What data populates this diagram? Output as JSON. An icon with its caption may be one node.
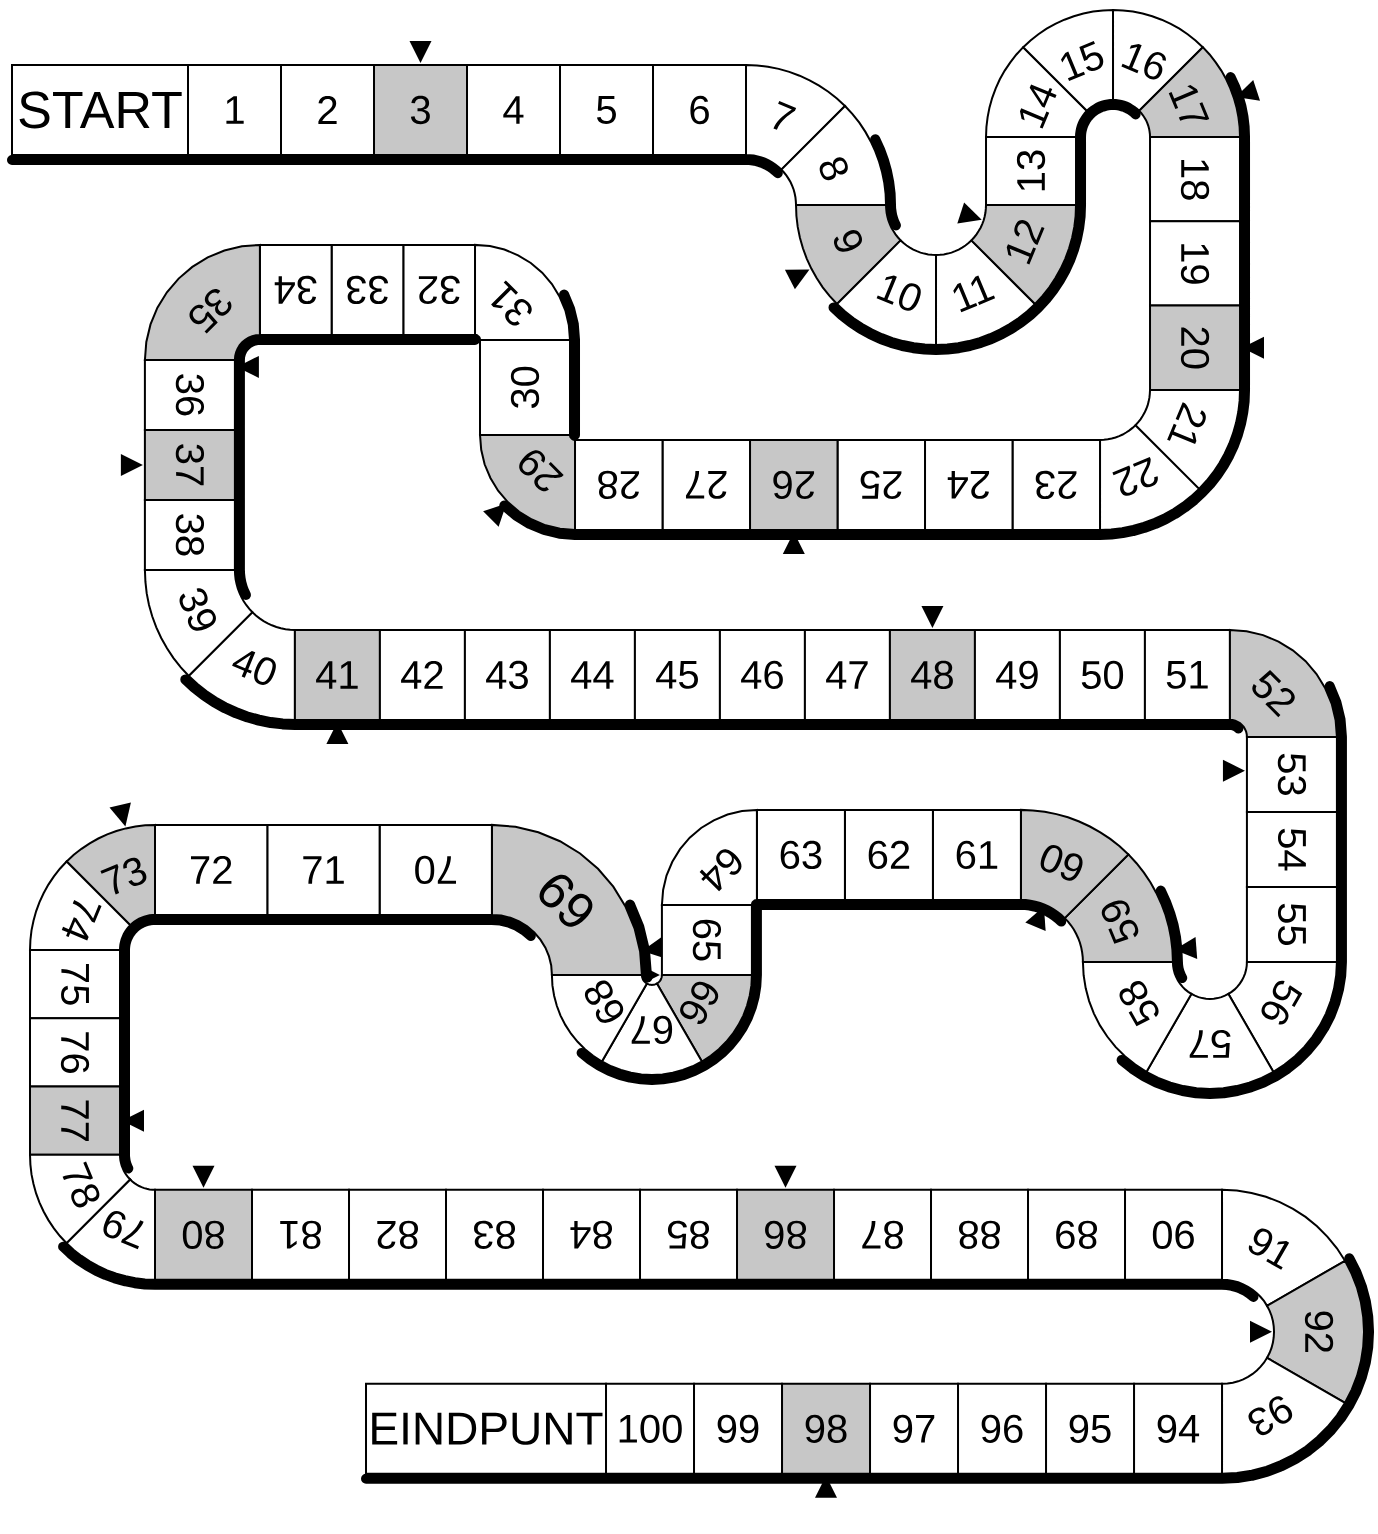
{
  "diagram": {
    "nodes": [
      {
        "text": [
          "START"
        ]
      },
      {
        "text": [
          "1"
        ]
      },
      {
        "text": [
          "2"
        ]
      },
      {
        "text": [
          "3"
        ]
      },
      {
        "text": [
          "4"
        ]
      },
      {
        "text": [
          "5"
        ]
      },
      {
        "text": [
          "6"
        ]
      },
      {
        "text": [
          "7"
        ]
      },
      {
        "text": [
          "8"
        ]
      },
      {
        "text": [
          "9"
        ]
      },
      {
        "text": [
          "10"
        ]
      },
      {
        "text": [
          "11"
        ]
      },
      {
        "text": [
          "12"
        ]
      },
      {
        "text": [
          "13"
        ]
      },
      {
        "text": [
          "14"
        ]
      },
      {
        "text": [
          "15"
        ]
      },
      {
        "text": [
          "16"
        ]
      },
      {
        "text": [
          "17"
        ]
      },
      {
        "text": [
          "18"
        ]
      },
      {
        "text": [
          "19"
        ]
      },
      {
        "text": [
          "20"
        ]
      },
      {
        "text": [
          "21"
        ]
      },
      {
        "text": [
          "22"
        ]
      },
      {
        "text": [
          "23"
        ]
      },
      {
        "text": [
          "24"
        ]
      },
      {
        "text": [
          "25"
        ]
      },
      {
        "text": [
          "26"
        ]
      },
      {
        "text": [
          "27"
        ]
      },
      {
        "text": [
          "28"
        ]
      },
      {
        "text": [
          "29"
        ]
      },
      {
        "text": [
          "30"
        ]
      },
      {
        "text": [
          "31"
        ]
      },
      {
        "text": [
          "32"
        ]
      },
      {
        "text": [
          "33"
        ]
      },
      {
        "text": [
          "34"
        ]
      },
      {
        "text": [
          "35"
        ]
      },
      {
        "text": [
          "36"
        ]
      },
      {
        "text": [
          "37"
        ]
      },
      {
        "text": [
          "38"
        ]
      },
      {
        "text": [
          "39"
        ]
      },
      {
        "text": [
          "40"
        ]
      },
      {
        "text": [
          "41"
        ]
      },
      {
        "text": [
          "42"
        ]
      },
      {
        "text": [
          "43"
        ]
      },
      {
        "text": [
          "44"
        ]
      },
      {
        "text": [
          "45"
        ]
      },
      {
        "text": [
          "46"
        ]
      },
      {
        "text": [
          "47"
        ]
      },
      {
        "text": [
          "48"
        ]
      },
      {
        "text": [
          "49"
        ]
      },
      {
        "text": [
          "50"
        ]
      },
      {
        "text": [
          "51"
        ]
      },
      {
        "text": [
          "52"
        ]
      },
      {
        "text": [
          "53"
        ]
      },
      {
        "text": [
          "54"
        ]
      },
      {
        "text": [
          "55"
        ]
      },
      {
        "text": [
          "56"
        ]
      },
      {
        "text": [
          "57"
        ]
      },
      {
        "text": [
          "58"
        ]
      },
      {
        "text": [
          "59"
        ]
      },
      {
        "text": [
          "60"
        ]
      },
      {
        "text": [
          "61"
        ]
      },
      {
        "text": [
          "62"
        ]
      },
      {
        "text": [
          "63"
        ]
      },
      {
        "text": [
          "64"
        ]
      },
      {
        "text": [
          "65"
        ]
      },
      {
        "text": [
          "66"
        ]
      },
      {
        "text": [
          "67"
        ]
      },
      {
        "text": [
          "68"
        ]
      },
      {
        "text": [
          "69"
        ]
      },
      {
        "text": [
          "70"
        ]
      },
      {
        "text": [
          "71"
        ]
      },
      {
        "text": [
          "72"
        ]
      },
      {
        "text": [
          "73"
        ]
      },
      {
        "text": [
          "74"
        ]
      },
      {
        "text": [
          "75"
        ]
      },
      {
        "text": [
          "76"
        ]
      },
      {
        "text": [
          "77"
        ]
      },
      {
        "text": [
          "78"
        ]
      },
      {
        "text": [
          "79"
        ]
      },
      {
        "text": [
          "80"
        ]
      },
      {
        "text": [
          "81"
        ]
      },
      {
        "text": [
          "82"
        ]
      },
      {
        "text": [
          "83"
        ]
      },
      {
        "text": [
          "84"
        ]
      },
      {
        "text": [
          "85"
        ]
      },
      {
        "text": [
          "86"
        ]
      },
      {
        "text": [
          "87"
        ]
      },
      {
        "text": [
          "88"
        ]
      },
      {
        "text": [
          "89"
        ]
      },
      {
        "text": [
          "90"
        ]
      },
      {
        "text": [
          "91"
        ]
      },
      {
        "text": [
          "92"
        ]
      },
      {
        "text": [
          "93"
        ]
      },
      {
        "text": [
          "94"
        ]
      },
      {
        "text": [
          "95"
        ]
      },
      {
        "text": [
          "96"
        ]
      },
      {
        "text": [
          "97"
        ]
      },
      {
        "text": [
          "98"
        ]
      },
      {
        "text": [
          "99"
        ]
      },
      {
        "text": [
          "100"
        ]
      },
      {
        "text": [
          "EINDPUNT"
        ]
      }
    ]
  }
}
